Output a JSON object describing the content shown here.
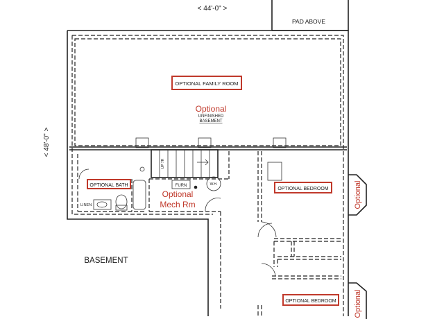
{
  "dimensions": {
    "width_label": "< 44'-0\" >",
    "depth_label": "< 48'-0\" >"
  },
  "labels": {
    "pad_above": "PAD ABOVE",
    "basement": "BASEMENT",
    "unfinished_1": "UNFINISHED",
    "unfinished_2": "BASEMENT",
    "up_stairs": "UP 7R",
    "furn": "FURN",
    "wh": "W.H.",
    "linen": "LINEN"
  },
  "rooms": {
    "family_room": "OPTIONAL FAMILY ROOM",
    "bath": "OPTIONAL BATH",
    "bedroom_1": "OPTIONAL BEDROOM",
    "bedroom_2": "OPTIONAL BEDROOM"
  },
  "red_notes": {
    "optional_center": "Optional",
    "mech_1": "Optional",
    "mech_2": "Mech Rm",
    "side_1": "Optional",
    "side_2": "Optional"
  },
  "colors": {
    "accent_red": "#c0392b",
    "line": "#222222"
  }
}
